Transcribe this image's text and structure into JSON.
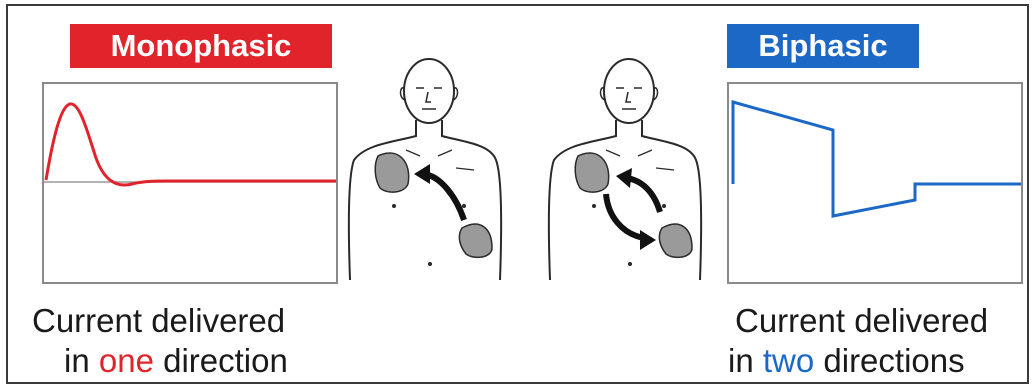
{
  "monophasic": {
    "label": "Monophasic",
    "color": "#e1232b",
    "caption_line1": "Current delivered",
    "caption_line2_prefix": "in ",
    "caption_highlight": "one",
    "caption_line2_suffix": " direction",
    "arrow_icon": "single-curved-arrow-icon"
  },
  "biphasic": {
    "label": "Biphasic",
    "color": "#1c68c6",
    "caption_line1": "Current delivered",
    "caption_line2_prefix": "in ",
    "caption_highlight": "two",
    "caption_line2_suffix": " directions",
    "arrow_icon": "double-curved-arrows-icon"
  },
  "colors": {
    "red": "#e1232b",
    "blue": "#1c68c6",
    "pad": "#9a9a9a",
    "outline": "#2a2a2a"
  }
}
